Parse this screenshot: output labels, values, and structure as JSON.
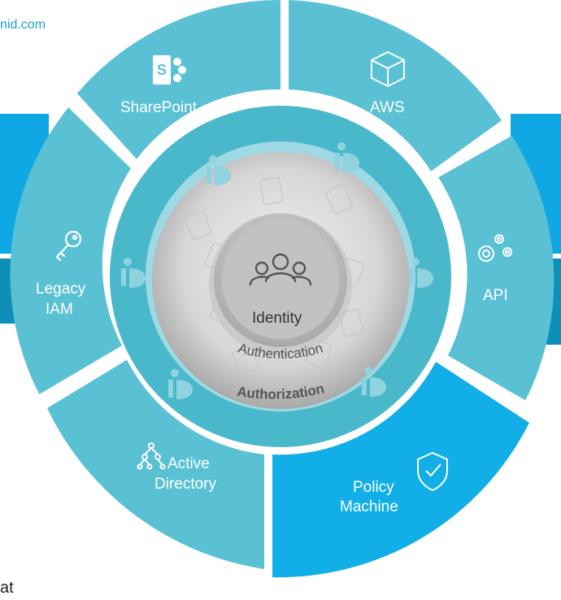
{
  "corner_text": "nid.com",
  "bottom_fragment": "at",
  "segments": {
    "sharepoint": "SharePoint",
    "aws": "AWS",
    "api": "API",
    "policy_line1": "Policy",
    "policy_line2": "Machine",
    "active_line1": "Active",
    "active_line2": "Directory",
    "legacy_line1": "Legacy",
    "legacy_line2": "IAM"
  },
  "center": {
    "identity": "Identity",
    "authentication": "Authentication",
    "authorization": "Authorization"
  },
  "icons": {
    "sharepoint": "sharepoint-icon",
    "aws": "cube-icon",
    "api": "gears-icon",
    "policy": "shield-check-icon",
    "active_directory": "hierarchy-icon",
    "legacy_iam": "key-icon",
    "identity": "people-group-icon",
    "ring": "id-logo-icon"
  },
  "colors": {
    "segment": "#5bc3d6",
    "segment_highlight": "#12aee8",
    "ring": "#4cb9cc",
    "bar": "#0fa9e6",
    "center": "#d9d9d9",
    "label_dark": "#555555"
  }
}
